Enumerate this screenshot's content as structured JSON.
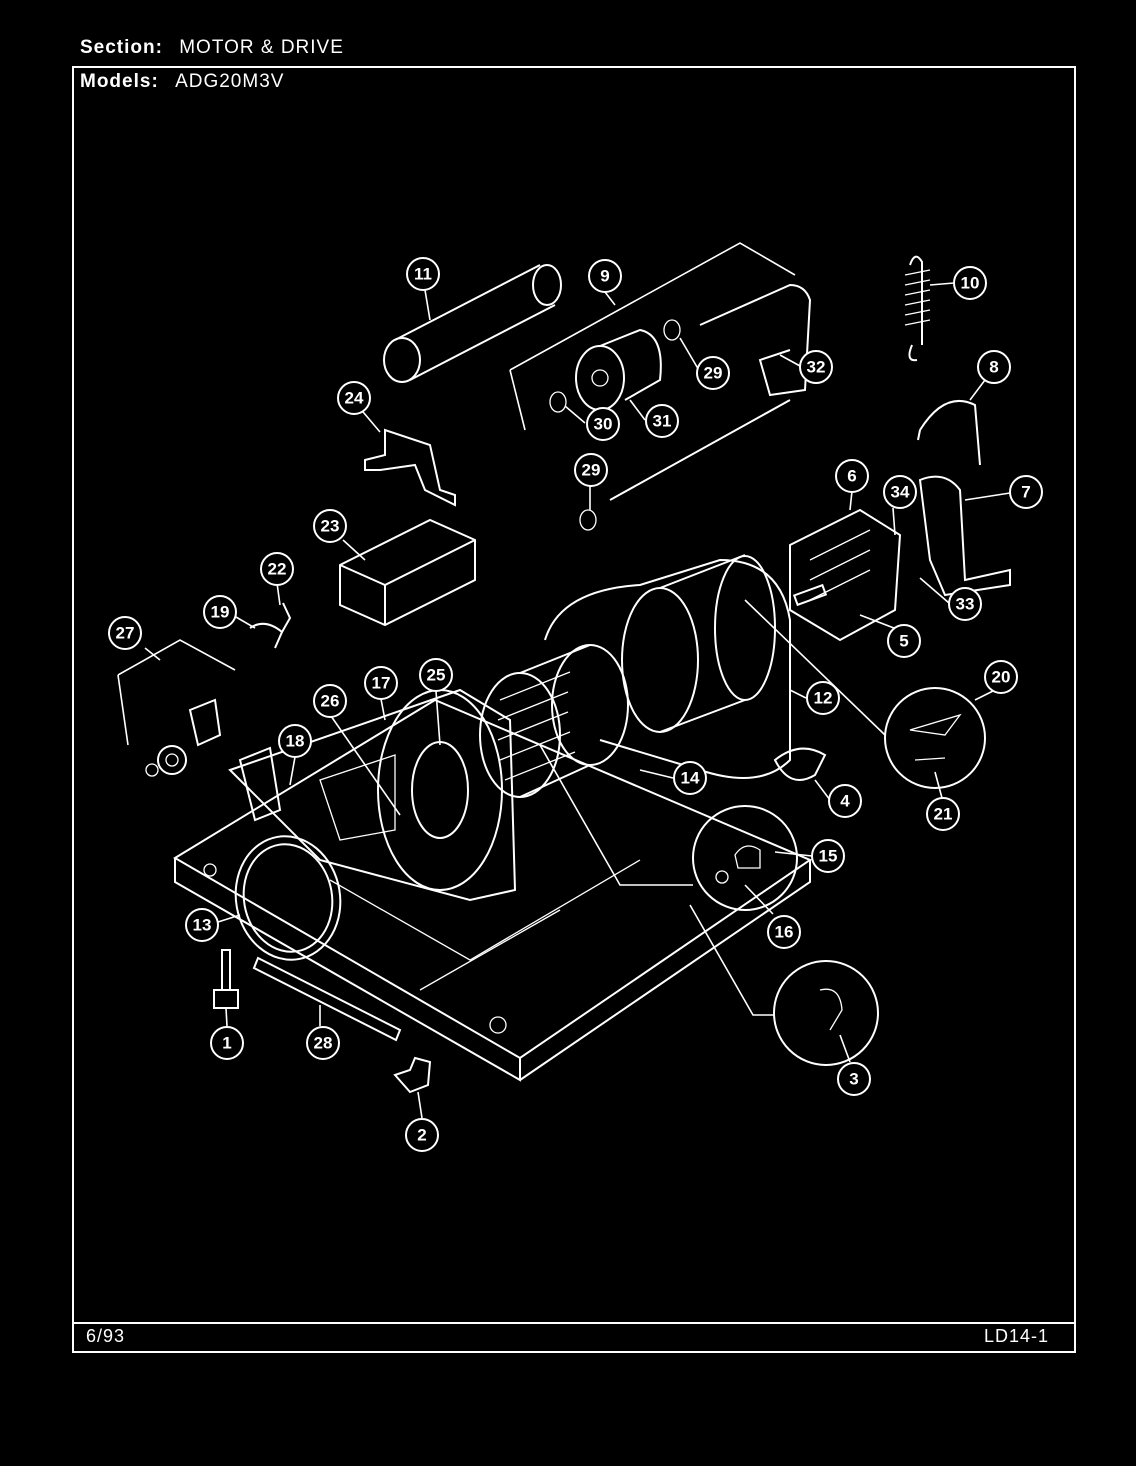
{
  "header": {
    "section_label": "Section:",
    "section_value": "MOTOR & DRIVE",
    "models_label": "Models:",
    "models_value": "ADG20M3V"
  },
  "footer": {
    "date": "6/93",
    "page_code": "LD14-1"
  },
  "callouts": [
    "1",
    "2",
    "3",
    "4",
    "5",
    "6",
    "7",
    "8",
    "9",
    "10",
    "11",
    "12",
    "13",
    "14",
    "15",
    "16",
    "17",
    "18",
    "19",
    "20",
    "21",
    "22",
    "23",
    "24",
    "25",
    "26",
    "27",
    "28",
    "29",
    "29",
    "30",
    "31",
    "32",
    "33",
    "34"
  ]
}
